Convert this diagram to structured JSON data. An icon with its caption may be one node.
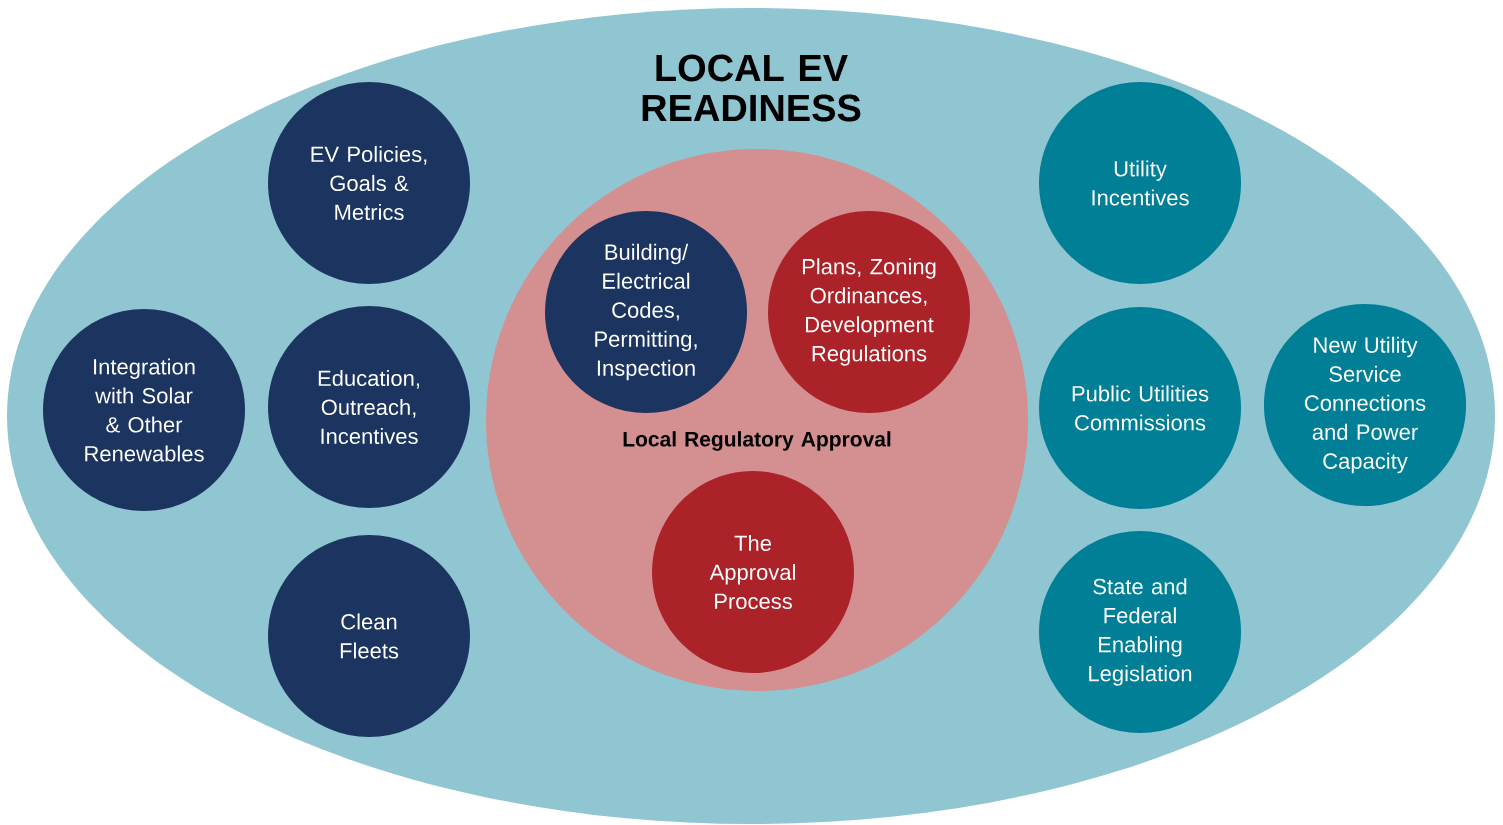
{
  "diagram": {
    "nodes": [
      {
        "text": [
          "LOCAL EV READINESS"
        ]
      },
      {
        "text": [
          "EV Policies, Goals & Metrics"
        ],
        "in": 0
      },
      {
        "text": [
          "Integration with Solar & Other Renewables"
        ],
        "in": 0
      },
      {
        "text": [
          "Education, Outreach, Incentives"
        ],
        "in": 0
      },
      {
        "text": [
          "Clean Fleets"
        ],
        "in": 0
      },
      {
        "text": [
          "Local Regulatory Approval"
        ],
        "in": 0
      },
      {
        "text": [
          "Building/ Electrical Codes, Permitting, Inspection"
        ],
        "in": 5
      },
      {
        "text": [
          "Plans, Zoning Ordinances, Development Regulations"
        ],
        "in": 5
      },
      {
        "text": [
          "The Approval Process"
        ],
        "in": 5
      },
      {
        "text": [
          "Utility Incentives"
        ],
        "in": 0
      },
      {
        "text": [
          "Public Utilities Commissions"
        ],
        "in": 0
      },
      {
        "text": [
          "New Utility Service Connections and Power Capacity"
        ],
        "in": 0
      },
      {
        "text": [
          "State and Federal Enabling Legislation"
        ],
        "in": 0
      }
    ]
  }
}
